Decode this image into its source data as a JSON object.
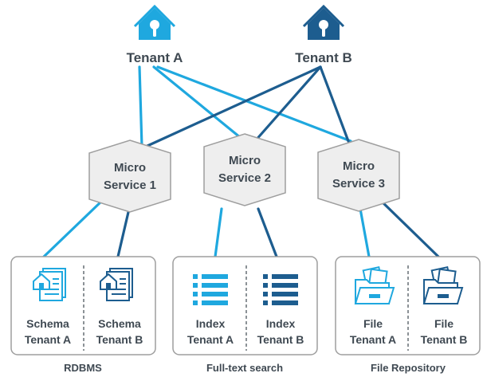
{
  "colors": {
    "tenant_a": "#1fa8df",
    "tenant_b": "#1d5d8f",
    "hexagon_fill": "#eeeeee",
    "hexagon_stroke": "#9e9e9e",
    "box_stroke": "#9e9e9e",
    "text": "#3f4952"
  },
  "tenants": [
    {
      "label": "Tenant A",
      "icon": "house-lock-icon"
    },
    {
      "label": "Tenant B",
      "icon": "house-lock-icon"
    }
  ],
  "services": [
    {
      "line1": "Micro",
      "line2": "Service 1"
    },
    {
      "line1": "Micro",
      "line2": "Service 2"
    },
    {
      "line1": "Micro",
      "line2": "Service 3"
    }
  ],
  "groups": [
    {
      "label": "RDBMS",
      "items": [
        {
          "line1": "Schema",
          "line2": "Tenant A",
          "icon": "schema-icon"
        },
        {
          "line1": "Schema",
          "line2": "Tenant B",
          "icon": "schema-icon"
        }
      ]
    },
    {
      "label": "Full-text search",
      "items": [
        {
          "line1": "Index",
          "line2": "Tenant A",
          "icon": "index-list-icon"
        },
        {
          "line1": "Index",
          "line2": "Tenant B",
          "icon": "index-list-icon"
        }
      ]
    },
    {
      "label": "File Repository",
      "items": [
        {
          "line1": "File",
          "line2": "Tenant A",
          "icon": "folder-files-icon"
        },
        {
          "line1": "File",
          "line2": "Tenant B",
          "icon": "folder-files-icon"
        }
      ]
    }
  ]
}
